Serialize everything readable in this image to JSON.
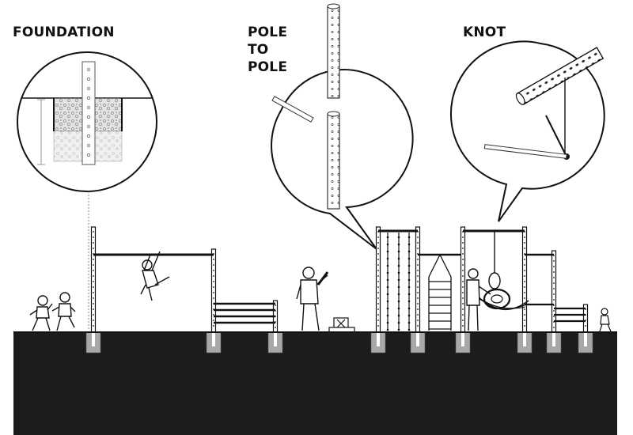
{
  "labels": {
    "foundation": "FOUNDATION",
    "pole_lines": [
      "POLE",
      "TO",
      "POLE"
    ],
    "knot": "KNOT"
  },
  "colors": {
    "ink": "#111111",
    "ground": "#1d1b1b",
    "footing": "#a8a8a8",
    "gravel": "#cfcfcf"
  },
  "detail_views": [
    {
      "id": "foundation-detail",
      "title_key": "labels.foundation",
      "icon": "foundation-section-icon"
    },
    {
      "id": "pole-to-pole-detail",
      "title_key": "labels.pole_lines",
      "icon": "pole-joint-icon"
    },
    {
      "id": "knot-detail",
      "title_key": "labels.knot",
      "icon": "rope-knot-icon"
    }
  ]
}
